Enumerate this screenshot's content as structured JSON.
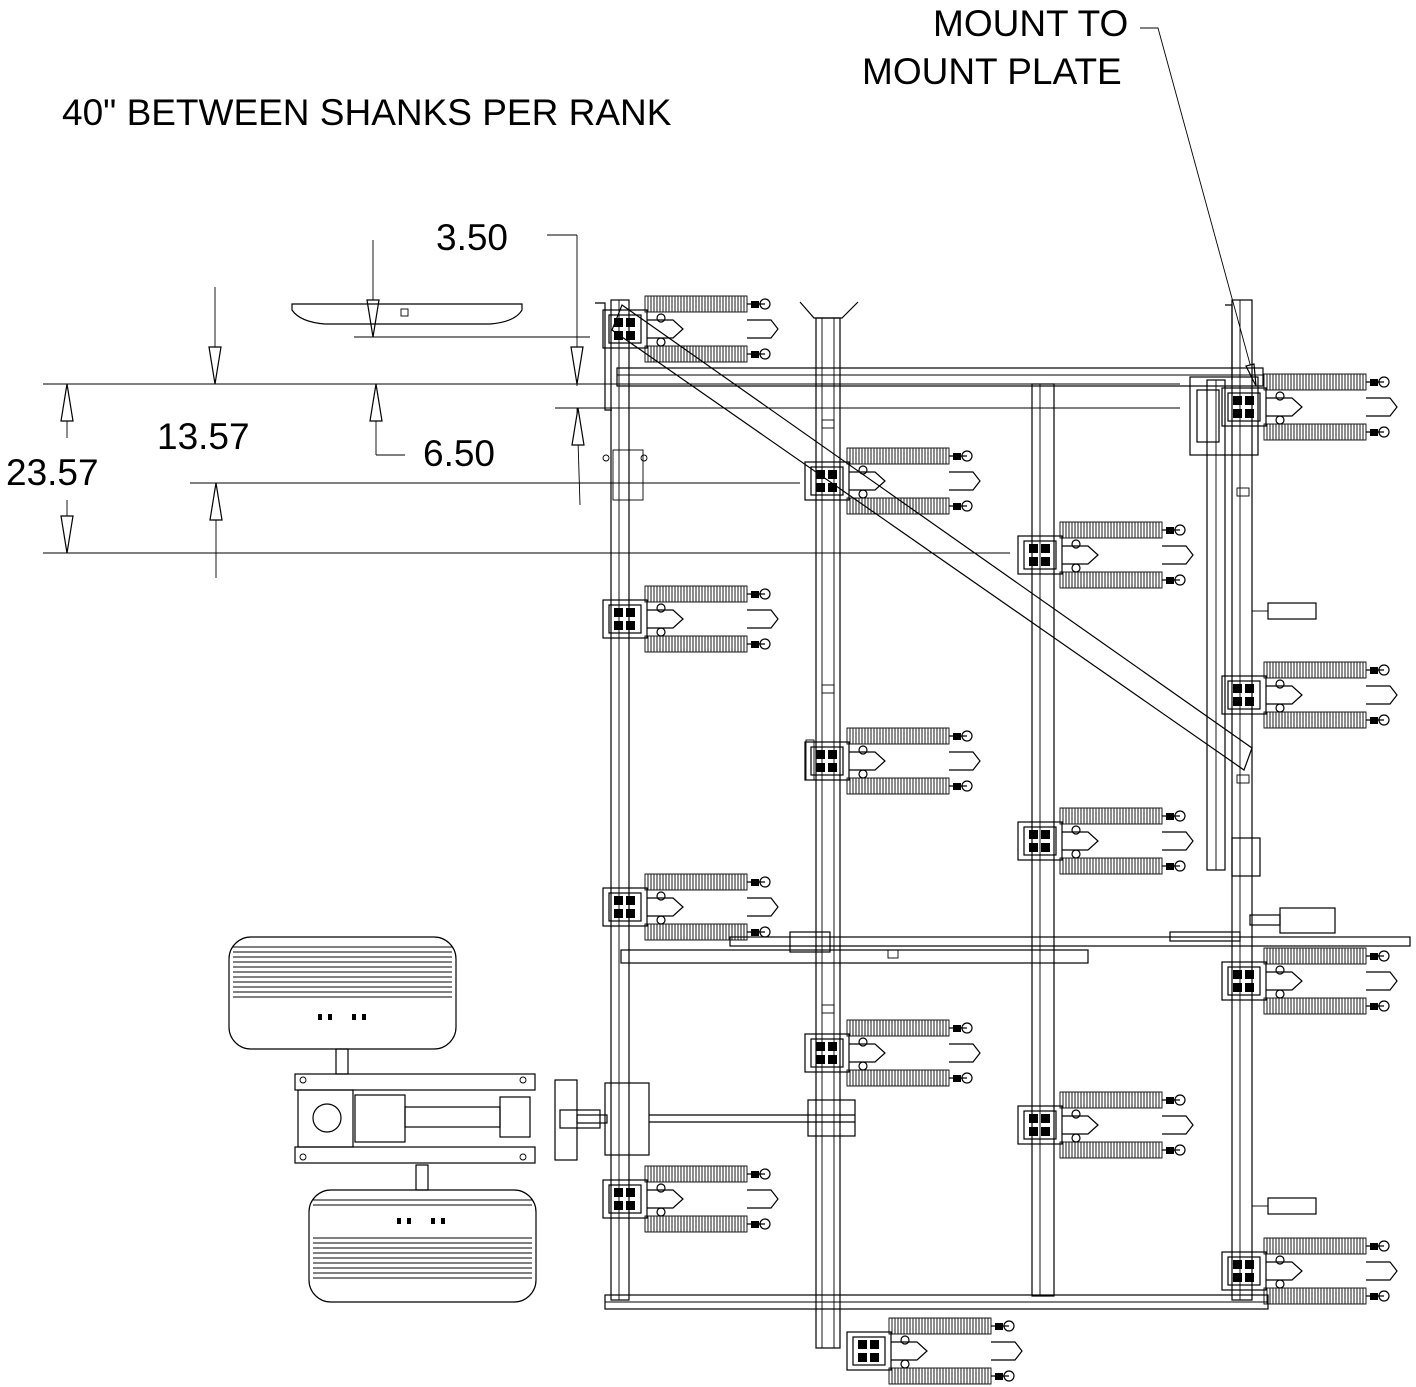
{
  "notes": {
    "spacing": "40\" BETWEEN SHANKS PER RANK",
    "mount_line1": "MOUNT TO",
    "mount_line2": "MOUNT PLATE"
  },
  "dimensions": [
    {
      "id": "d350",
      "value": "3.50"
    },
    {
      "id": "d1357",
      "value": "13.57"
    },
    {
      "id": "d650",
      "value": "6.50"
    },
    {
      "id": "d2357",
      "value": "23.57"
    }
  ],
  "components": [
    "main-frame",
    "shank-assembly",
    "gauge-wheel",
    "tow-hitch",
    "diagonal-brace",
    "mount-plate"
  ]
}
